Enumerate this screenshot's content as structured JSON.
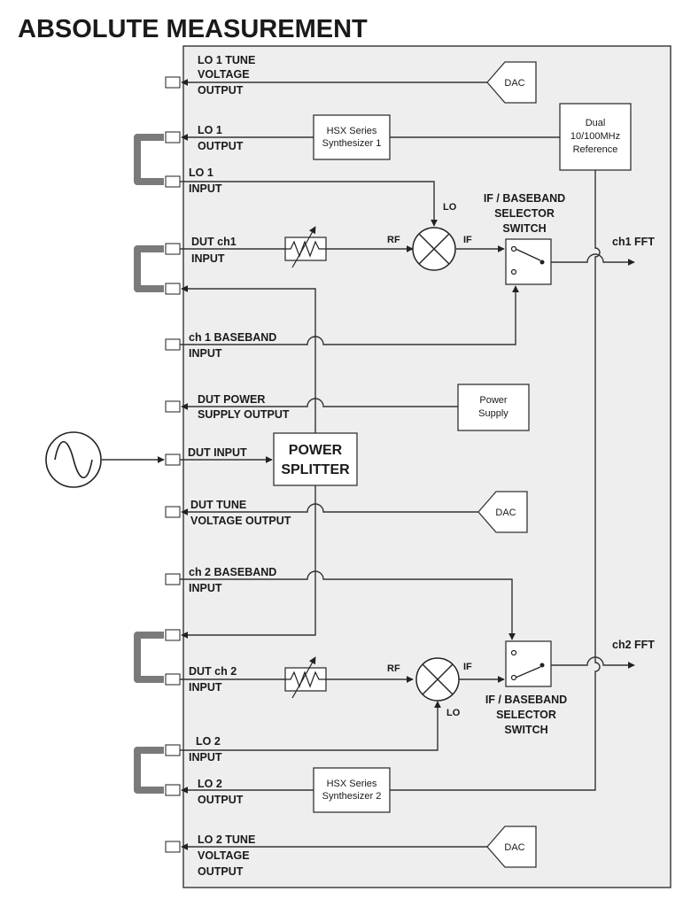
{
  "title": "ABSOLUTE MEASUREMENT",
  "ports": {
    "lo1_tune": [
      "LO 1 TUNE",
      "VOLTAGE",
      "OUTPUT"
    ],
    "lo1_output": [
      "LO 1",
      "OUTPUT"
    ],
    "lo1_input": [
      "LO 1",
      "INPUT"
    ],
    "dut_ch1_input": [
      "DUT ch1",
      "INPUT"
    ],
    "ch1_baseband": [
      "ch 1 BASEBAND",
      "INPUT"
    ],
    "dut_power": [
      "DUT POWER",
      "SUPPLY OUTPUT"
    ],
    "dut_input": [
      "DUT INPUT"
    ],
    "dut_tune": [
      "DUT TUNE",
      "VOLTAGE OUTPUT"
    ],
    "ch2_baseband": [
      "ch 2 BASEBAND",
      "INPUT"
    ],
    "dut_ch2_input": [
      "DUT ch 2",
      "INPUT"
    ],
    "lo2_input": [
      "LO 2",
      "INPUT"
    ],
    "lo2_output": [
      "LO 2",
      "OUTPUT"
    ],
    "lo2_tune": [
      "LO 2 TUNE",
      "VOLTAGE",
      "OUTPUT"
    ]
  },
  "blocks": {
    "dac": "DAC",
    "synth1": [
      "HSX Series",
      "Synthesizer 1"
    ],
    "synth2": [
      "HSX Series",
      "Synthesizer 2"
    ],
    "reference": [
      "Dual",
      "10/100MHz",
      "Reference"
    ],
    "power_supply": [
      "Power",
      "Supply"
    ],
    "power_splitter": [
      "POWER",
      "SPLITTER"
    ],
    "selector": [
      "IF / BASEBAND",
      "SELECTOR",
      "SWITCH"
    ]
  },
  "signals": {
    "lo": "LO",
    "rf": "RF",
    "if": "IF",
    "ch1_fft": "ch1  FFT",
    "ch2_fft": "ch2  FFT"
  }
}
